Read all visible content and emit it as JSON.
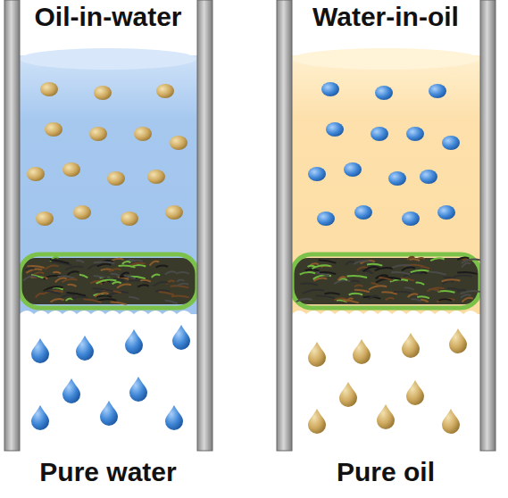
{
  "diagram": {
    "labels": [
      "Oil-in-water",
      "Water-in-oil",
      "Pure water",
      "Pure oil"
    ]
  }
}
